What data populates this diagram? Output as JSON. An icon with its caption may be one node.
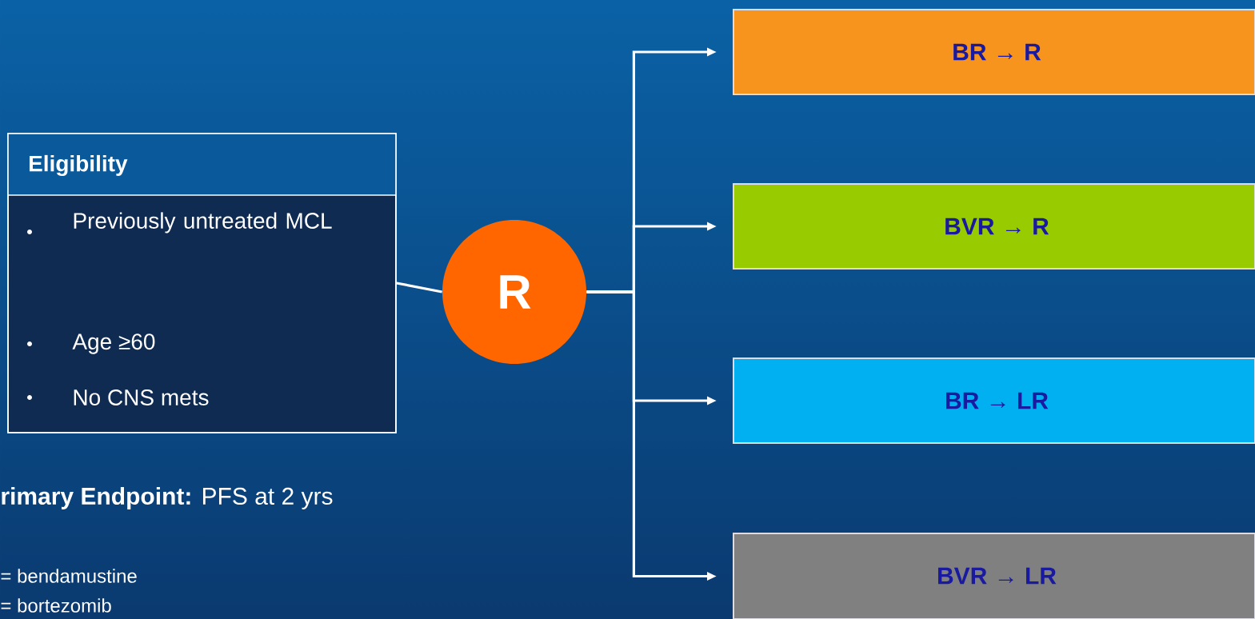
{
  "diagram": {
    "nodes": [
      {
        "text": [
          "Eligibility",
          "Previously untreated MCL",
          "Age ≥60",
          "No CNS mets"
        ]
      },
      {
        "text": [
          "R"
        ]
      },
      {
        "text": [
          "BR → R"
        ]
      },
      {
        "text": [
          "BVR → R"
        ]
      },
      {
        "text": [
          "BR → LR"
        ]
      },
      {
        "text": [
          "BVR → LR"
        ]
      }
    ],
    "edges": [
      {
        "from": 0,
        "to": 1,
        "arrow": "none"
      },
      {
        "from": 1,
        "to": 2,
        "arrow": "to"
      },
      {
        "from": 1,
        "to": 3,
        "arrow": "to"
      },
      {
        "from": 1,
        "to": 4,
        "arrow": "to"
      },
      {
        "from": 1,
        "to": 5,
        "arrow": "to"
      }
    ],
    "labels": [
      "**rimary Endpoint:** PFS at 2 yrs",
      "= bendamustine",
      "= bortezomib"
    ]
  }
}
